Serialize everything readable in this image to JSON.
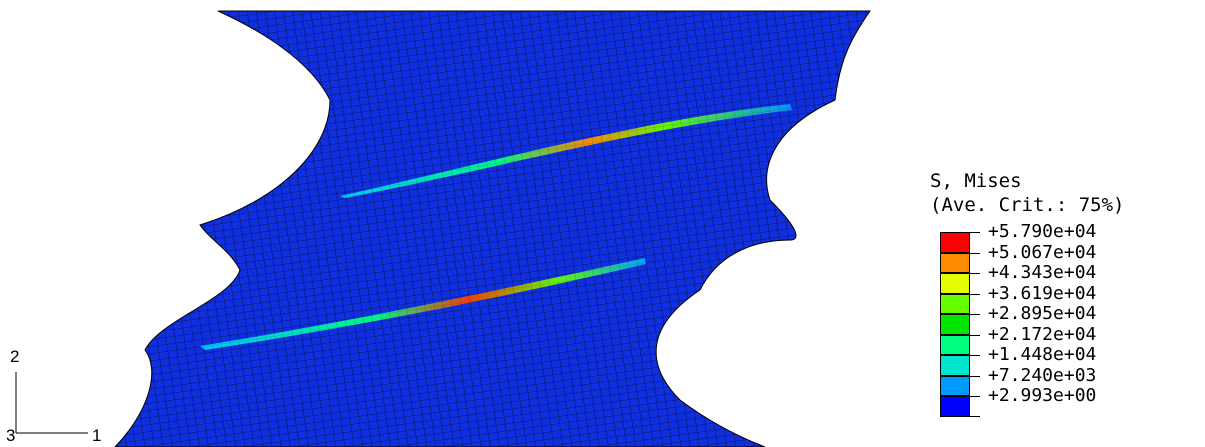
{
  "legend": {
    "title": "S, Mises",
    "subtitle": "(Ave. Crit.: 75%)",
    "levels": [
      {
        "label": "+5.790e+04",
        "color": "#ff0000"
      },
      {
        "label": "+5.067e+04",
        "color": "#ff8c00"
      },
      {
        "label": "+4.343e+04",
        "color": "#e6ff00"
      },
      {
        "label": "+3.619e+04",
        "color": "#66ff00"
      },
      {
        "label": "+2.895e+04",
        "color": "#00e600"
      },
      {
        "label": "+2.172e+04",
        "color": "#00ff80"
      },
      {
        "label": "+1.448e+04",
        "color": "#00e6cc"
      },
      {
        "label": "+7.240e+03",
        "color": "#0099ff"
      },
      {
        "label": "+2.993e+00",
        "color": "#0000ff"
      }
    ]
  },
  "triad": {
    "axis_y": "2",
    "axis_x": "1",
    "axis_z": "3"
  },
  "colors": {
    "mesh_fill": "#1030e0",
    "mesh_line": "#000000"
  }
}
